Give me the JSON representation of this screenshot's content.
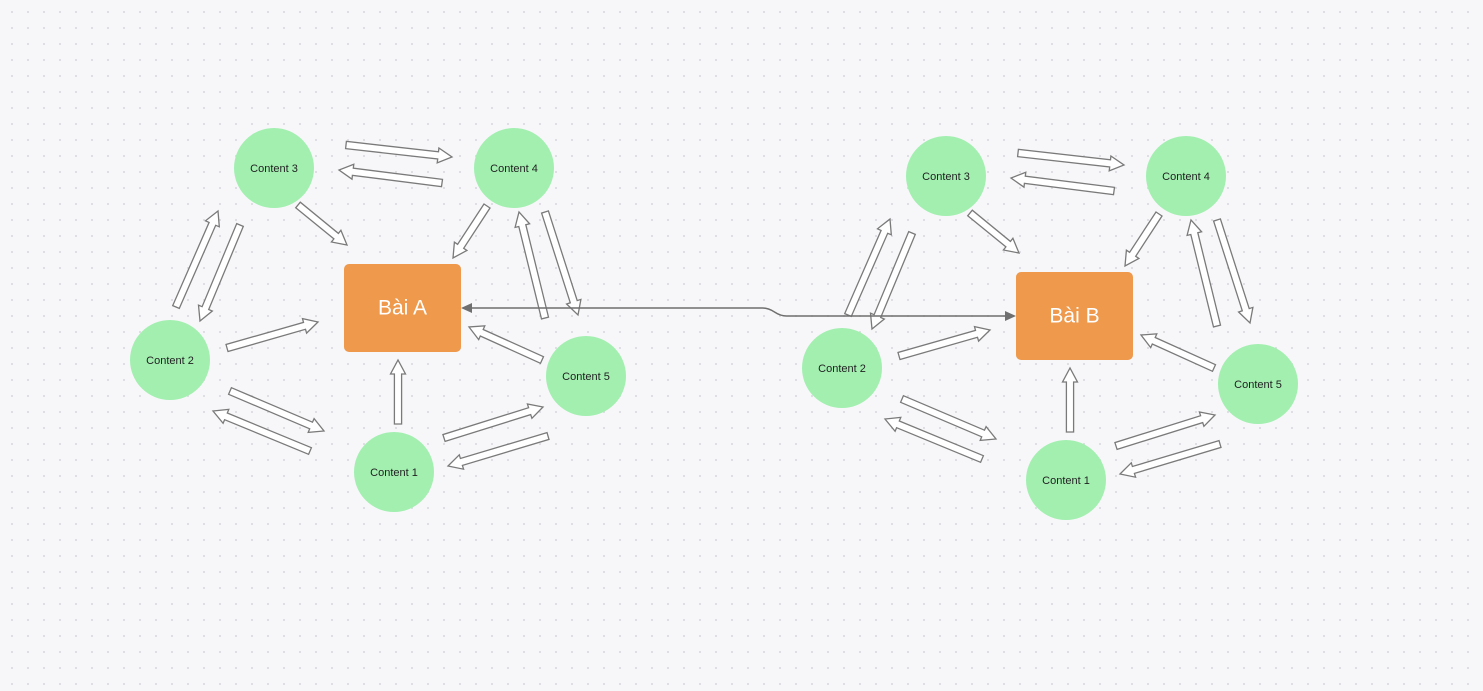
{
  "diagram": {
    "colors": {
      "content_node": "#a2efb0",
      "article_node": "#ee994c",
      "arrow_stroke": "#7a7a7a",
      "connector": "#6f6f6f"
    },
    "clusters": [
      {
        "id": "A",
        "center_label": "Bài A",
        "contents": [
          "Content 1",
          "Content 2",
          "Content 3",
          "Content 4",
          "Content 5"
        ]
      },
      {
        "id": "B",
        "center_label": "Bài B",
        "contents": [
          "Content 1",
          "Content 2",
          "Content 3",
          "Content 4",
          "Content 5"
        ]
      }
    ],
    "link": {
      "from": "B",
      "to": "A",
      "bidirectional": true
    }
  }
}
